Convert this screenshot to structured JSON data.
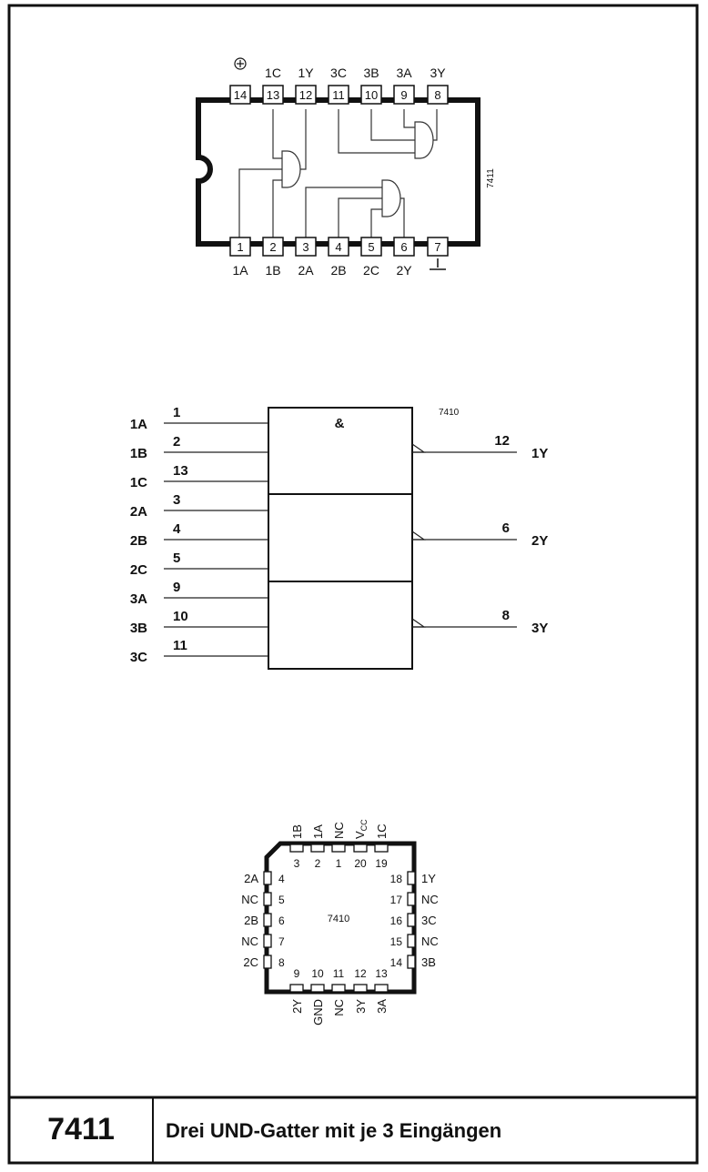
{
  "dip": {
    "marking": "7411",
    "vcc_symbol": "⊕",
    "gnd_symbol": "⊥",
    "top_pins": [
      {
        "num": "14",
        "label": ""
      },
      {
        "num": "13",
        "label": "1C"
      },
      {
        "num": "12",
        "label": "1Y"
      },
      {
        "num": "11",
        "label": "3C"
      },
      {
        "num": "10",
        "label": "3B"
      },
      {
        "num": "9",
        "label": "3A"
      },
      {
        "num": "8",
        "label": "3Y"
      }
    ],
    "bottom_pins": [
      {
        "num": "1",
        "label": "1A"
      },
      {
        "num": "2",
        "label": "1B"
      },
      {
        "num": "3",
        "label": "2A"
      },
      {
        "num": "4",
        "label": "2B"
      },
      {
        "num": "5",
        "label": "2C"
      },
      {
        "num": "6",
        "label": "2Y"
      },
      {
        "num": "7",
        "label": ""
      }
    ]
  },
  "logic": {
    "title": "7410",
    "and_symbol": "&",
    "inputs": [
      {
        "name": "1A",
        "pin": "1"
      },
      {
        "name": "1B",
        "pin": "2"
      },
      {
        "name": "1C",
        "pin": "13"
      },
      {
        "name": "2A",
        "pin": "3"
      },
      {
        "name": "2B",
        "pin": "4"
      },
      {
        "name": "2C",
        "pin": "5"
      },
      {
        "name": "3A",
        "pin": "9"
      },
      {
        "name": "3B",
        "pin": "10"
      },
      {
        "name": "3C",
        "pin": "11"
      }
    ],
    "outputs": [
      {
        "name": "1Y",
        "pin": "12"
      },
      {
        "name": "2Y",
        "pin": "6"
      },
      {
        "name": "3Y",
        "pin": "8"
      }
    ]
  },
  "plcc": {
    "marking": "7410",
    "top": [
      {
        "num": "3",
        "label": "1B"
      },
      {
        "num": "2",
        "label": "1A"
      },
      {
        "num": "1",
        "label": "NC"
      },
      {
        "num": "20",
        "label": "VCC"
      },
      {
        "num": "19",
        "label": "1C"
      }
    ],
    "left": [
      {
        "num": "4",
        "label": "2A"
      },
      {
        "num": "5",
        "label": "NC"
      },
      {
        "num": "6",
        "label": "2B"
      },
      {
        "num": "7",
        "label": "NC"
      },
      {
        "num": "8",
        "label": "2C"
      }
    ],
    "right": [
      {
        "num": "18",
        "label": "1Y"
      },
      {
        "num": "17",
        "label": "NC"
      },
      {
        "num": "16",
        "label": "3C"
      },
      {
        "num": "15",
        "label": "NC"
      },
      {
        "num": "14",
        "label": "3B"
      }
    ],
    "bottom": [
      {
        "num": "9",
        "label": "2Y"
      },
      {
        "num": "10",
        "label": "GND"
      },
      {
        "num": "11",
        "label": "NC"
      },
      {
        "num": "12",
        "label": "3Y"
      },
      {
        "num": "13",
        "label": "3A"
      }
    ]
  },
  "footer": {
    "chip": "7411",
    "description": "Drei UND-Gatter mit je 3 Eingängen"
  }
}
